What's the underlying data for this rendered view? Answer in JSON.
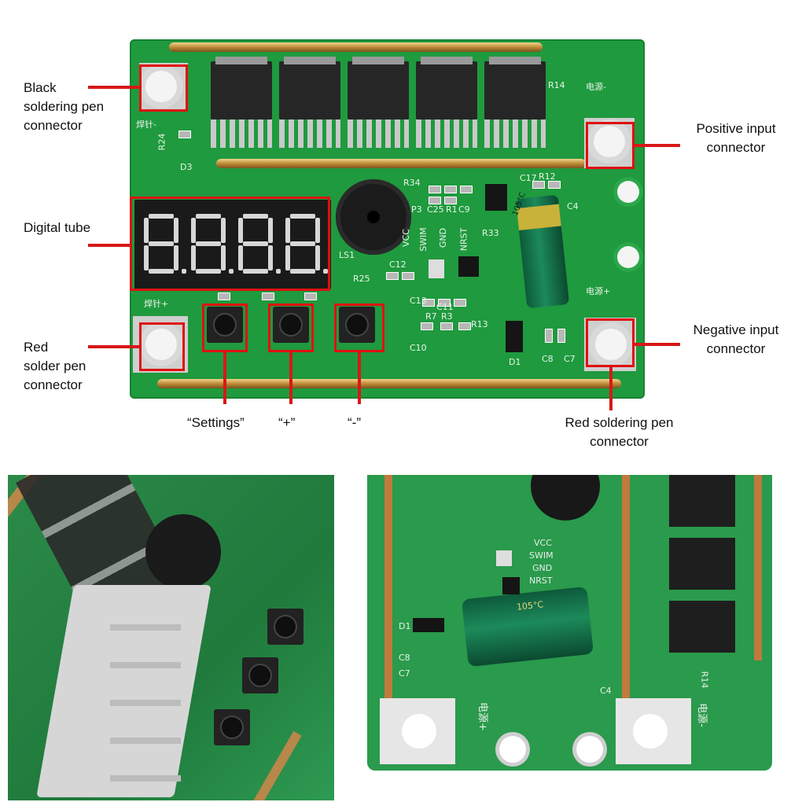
{
  "labels": {
    "black_pen": "Black\nsoldering pen\nconnector",
    "digital_tube": "Digital tube",
    "red_pen_left": "Red\nsolder pen\nconnector",
    "positive_input": "Positive input\nconnector",
    "negative_input": "Negative input\nconnector",
    "red_pen_bottom": "Red soldering pen\nconnector",
    "settings": "“Settings”",
    "plus": "“+”",
    "minus": "“-”"
  },
  "silkscreen": {
    "power_minus": "电源-",
    "power_plus": "电源+",
    "weld_minus": "焊针-",
    "weld_plus": "焊针+",
    "r14": "R14",
    "r34": "R34",
    "c17": "C17",
    "r12": "R12",
    "c4": "C4",
    "vcc": "VCC",
    "swim": "SWIM",
    "gnd": "GND",
    "nrst": "NRST",
    "r33": "R33",
    "r25": "R25",
    "c13": "C13",
    "c11": "C11",
    "c10": "C10",
    "r7": "R7",
    "r3": "R3",
    "r1": "R1",
    "c8": "C8",
    "c7": "C7",
    "d1": "D1",
    "d3": "D3",
    "r24": "R24",
    "p3": "P3",
    "c25": "C25",
    "c9": "C9",
    "ls1": "LS1",
    "c12": "C12",
    "r13": "R13",
    "cap_label": "105°C"
  },
  "colors": {
    "board_green": "#1f9a3e",
    "callout_red": "#e01010",
    "copper": "#b88532"
  }
}
